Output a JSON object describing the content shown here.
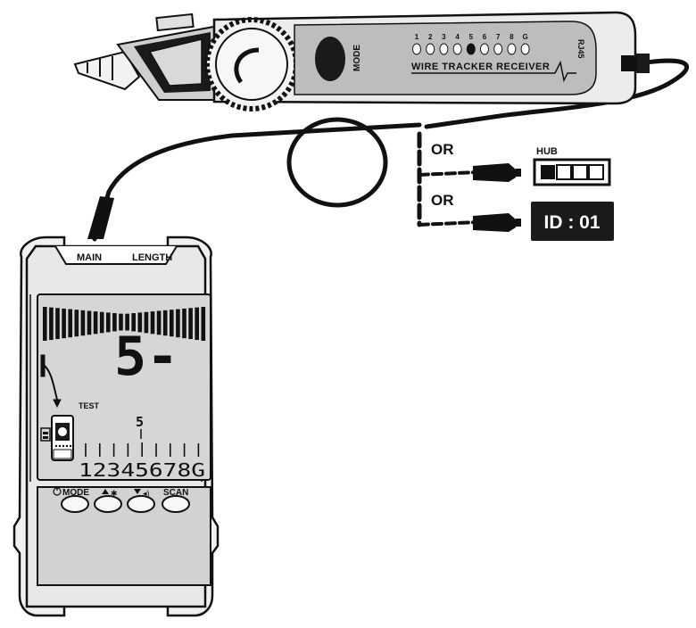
{
  "receiver": {
    "title": "WIRE TRACKER RECEIVER",
    "mode_label": "MODE",
    "port_label": "RJ45",
    "led_labels": [
      "1",
      "2",
      "3",
      "4",
      "5",
      "6",
      "7",
      "8",
      "G"
    ],
    "active_led": 5
  },
  "connections": {
    "or_1": "OR",
    "or_2": "OR",
    "hub_label": "HUB",
    "id_badge": "ID : 01"
  },
  "tester": {
    "port_main": "MAIN",
    "port_length": "LENGTH",
    "big_digit": "5-",
    "test_label": "TEST",
    "small_digit": "5",
    "pin_numbers": "12345678G",
    "active_pin": 5,
    "buttons": {
      "mode": "MODE",
      "scan": "SCAN"
    }
  },
  "colors": {
    "body": "#e6e6e6",
    "screen": "#d6d6d6",
    "outline": "#111111",
    "badge": "#1a1a1a"
  }
}
